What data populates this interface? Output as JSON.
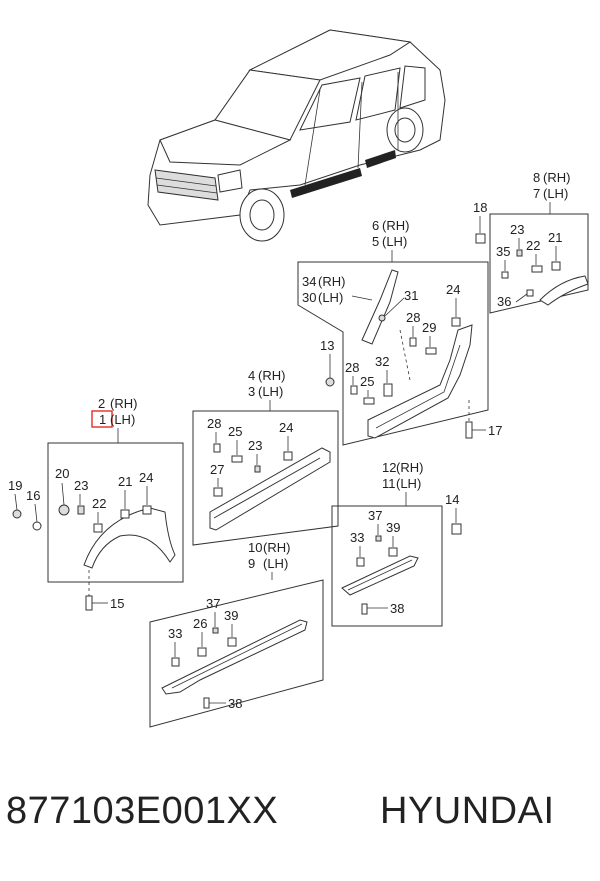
{
  "labels": {
    "l2rh": "2",
    "l2rh_side": "(RH)",
    "l1lh": "1",
    "l1lh_side": "(LH)",
    "l4rh": "4",
    "l4rh_side": "(RH)",
    "l3lh": "3",
    "l3lh_side": "(LH)",
    "l6rh": "6",
    "l6rh_side": "(RH)",
    "l5lh": "5",
    "l5lh_side": "(LH)",
    "l8rh": "8",
    "l8rh_side": "(RH)",
    "l7lh": "7",
    "l7lh_side": "(LH)",
    "l10rh": "10",
    "l10rh_side": "(RH)",
    "l9lh": "9",
    "l9lh_side": "(LH)",
    "l12rh": "12",
    "l12rh_side": "(RH)",
    "l11lh": "11",
    "l11lh_side": "(LH)",
    "l34rh": "34",
    "l34rh_side": "(RH)",
    "l30lh": "30",
    "l30lh_side": "(LH)",
    "n13": "13",
    "n14": "14",
    "n15": "15",
    "n16": "16",
    "n17": "17",
    "n18": "18",
    "n19": "19",
    "n20": "20",
    "n21a": "21",
    "n21b": "21",
    "n22a": "22",
    "n22b": "22",
    "n23a": "23",
    "n23b": "23",
    "n23c": "23",
    "n24a": "24",
    "n24b": "24",
    "n24c": "24",
    "n25a": "25",
    "n25b": "25",
    "n26": "26",
    "n27": "27",
    "n28a": "28",
    "n28b": "28",
    "n28c": "28",
    "n29": "29",
    "n31": "31",
    "n32": "32",
    "n33a": "33",
    "n33b": "33",
    "n35": "35",
    "n36": "36",
    "n37a": "37",
    "n37b": "37",
    "n38a": "38",
    "n38b": "38",
    "n39a": "39",
    "n39b": "39"
  },
  "footer": {
    "part_number": "877103E001XX",
    "brand": "HYUNDAI"
  }
}
